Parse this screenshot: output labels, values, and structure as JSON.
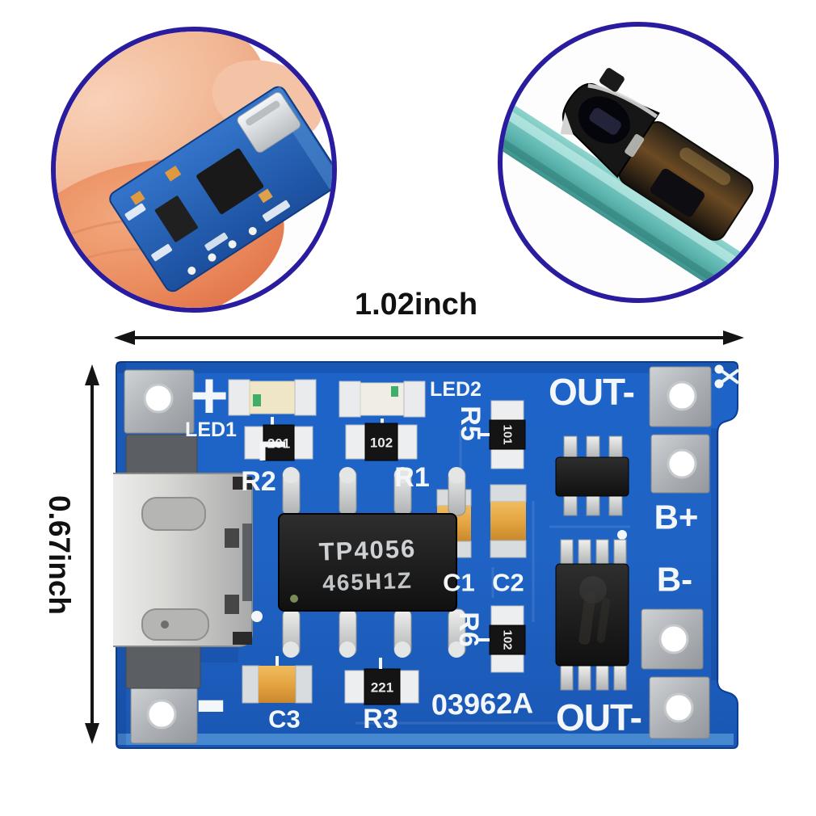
{
  "dimension_annotations": {
    "width": "1.02inch",
    "height": "0.67inch"
  },
  "pcb": {
    "silkscreen": {
      "plus": "+",
      "minus": "-",
      "led1": "LED1",
      "led2": "LED2",
      "r1": "R1",
      "r2": "R2",
      "r3": "R3",
      "r5": "R5",
      "r6": "R6",
      "c1": "C1",
      "c2": "C2",
      "c3": "C3",
      "b_plus": "B+",
      "b_minus": "B-",
      "out_top": "OUT-",
      "out_bottom": "OUT-",
      "board_id": "03962A"
    },
    "main_ic": {
      "line1": "TP4056",
      "line2": "465H1Z"
    },
    "component_markings": {
      "r2_chip": "201",
      "r1_chip": "102",
      "r5_chip": "101",
      "r6_chip": "102",
      "r3_chip": "221"
    },
    "colors": {
      "solder_mask_blue": "#1f63c4",
      "silkscreen_white": "#f4f7fa",
      "pad_silver": "#b9bdc2",
      "ic_black": "#1c1c1c",
      "capacitor_orange": "#e2a23e"
    }
  },
  "annotation_style": {
    "arrow_color": "#141414",
    "inset_border_blue": "#2a1c9e",
    "cable_teal": "#5fb7b1"
  }
}
